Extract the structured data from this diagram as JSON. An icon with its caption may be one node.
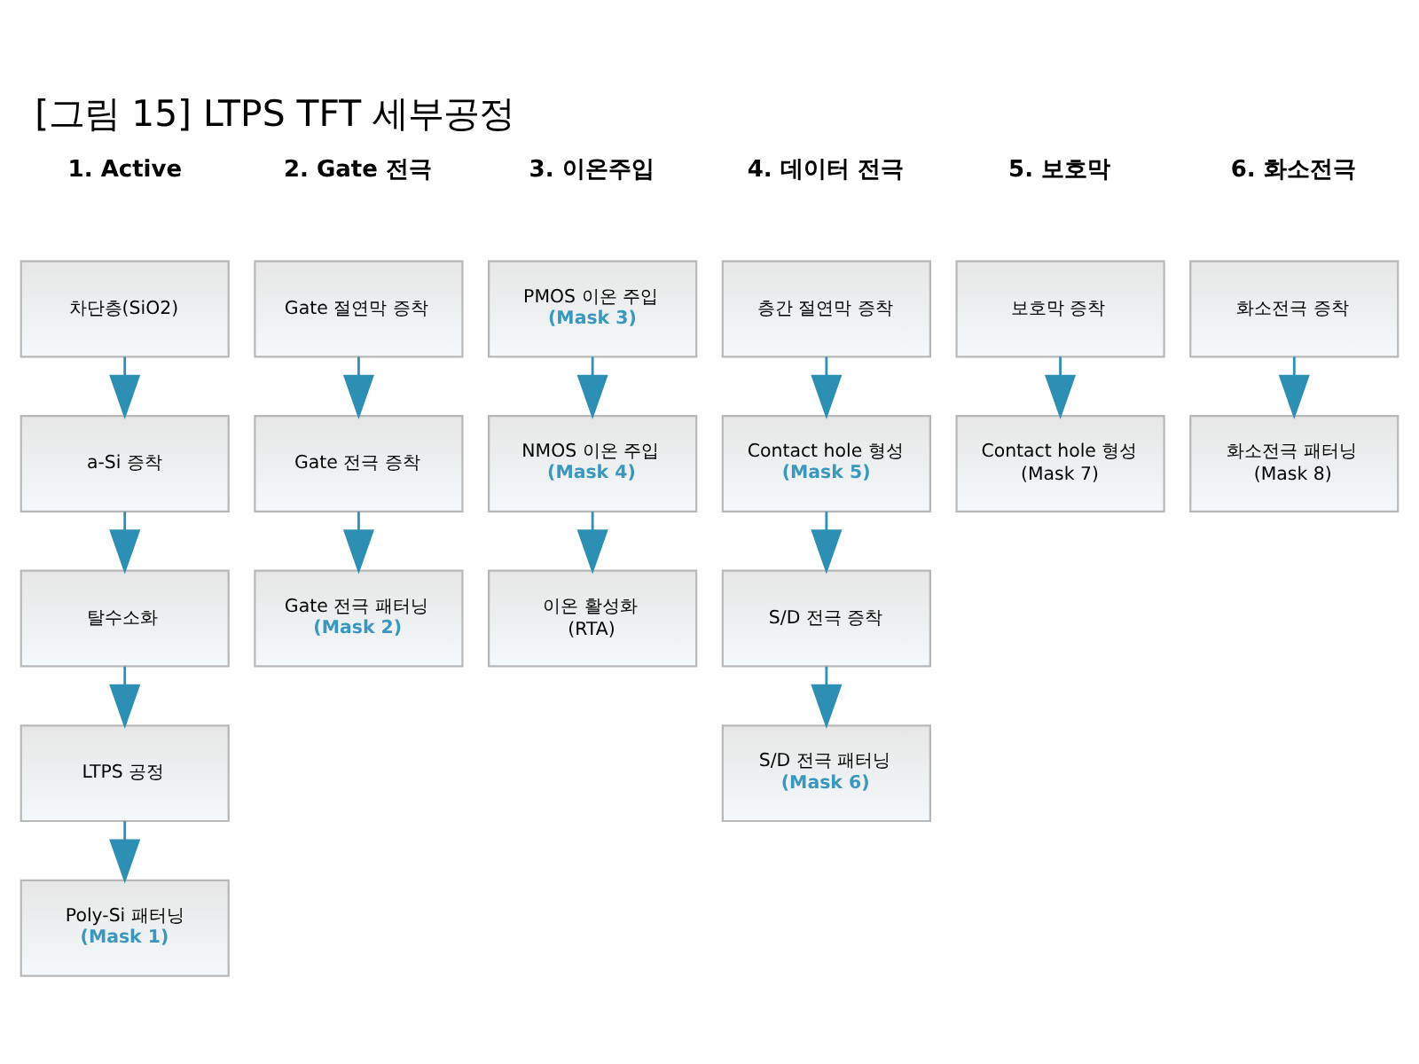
{
  "diagram": {
    "title": "[그림 15] LTPS TFT 세부공정",
    "nodes": [
      {
        "text": [
          "차단층(SiO2)"
        ]
      },
      {
        "text": [
          "a-Si 증착"
        ]
      },
      {
        "text": [
          "탈수소화"
        ]
      },
      {
        "text": [
          "LTPS 공정"
        ]
      },
      {
        "text": [
          "Poly-Si 패터닝",
          "(Mask 1)"
        ]
      },
      {
        "text": [
          "Gate 절연막 증착"
        ]
      },
      {
        "text": [
          "Gate 전극 증착"
        ]
      },
      {
        "text": [
          "Gate 전극 패터닝",
          "(Mask 2)"
        ]
      },
      {
        "text": [
          "PMOS 이온 주입",
          "(Mask 3)"
        ]
      },
      {
        "text": [
          "NMOS 이온 주입",
          "(Mask 4)"
        ]
      },
      {
        "text": [
          "이온 활성화",
          "(RTA)"
        ]
      },
      {
        "text": [
          "층간 절연막 증착"
        ]
      },
      {
        "text": [
          "Contact hole 형성",
          "(Mask 5)"
        ]
      },
      {
        "text": [
          "S/D 전극 증착"
        ]
      },
      {
        "text": [
          "S/D 전극 패터닝",
          "(Mask 6)"
        ]
      },
      {
        "text": [
          "보호막 증착"
        ]
      },
      {
        "text": [
          "Contact hole 형성",
          "(Mask 7)"
        ]
      },
      {
        "text": [
          "화소전극 증착"
        ]
      },
      {
        "text": [
          "화소전극 패터닝",
          "(Mask 8)"
        ]
      }
    ],
    "edges": [
      {
        "from": 0,
        "to": 1,
        "arrow": "to"
      },
      {
        "from": 1,
        "to": 2,
        "arrow": "to"
      },
      {
        "from": 2,
        "to": 3,
        "arrow": "to"
      },
      {
        "from": 3,
        "to": 4,
        "arrow": "to"
      },
      {
        "from": 5,
        "to": 6,
        "arrow": "to"
      },
      {
        "from": 6,
        "to": 7,
        "arrow": "to"
      },
      {
        "from": 8,
        "to": 9,
        "arrow": "to"
      },
      {
        "from": 9,
        "to": 10,
        "arrow": "to"
      },
      {
        "from": 11,
        "to": 12,
        "arrow": "to"
      },
      {
        "from": 12,
        "to": 13,
        "arrow": "to"
      },
      {
        "from": 13,
        "to": 14,
        "arrow": "to"
      },
      {
        "from": 15,
        "to": 16,
        "arrow": "to"
      },
      {
        "from": 17,
        "to": 18,
        "arrow": "to"
      }
    ],
    "labels": [
      "1. Active",
      "2. Gate 전극",
      "3. 이온주입",
      "4. 데이터 전극",
      "5. 보호막",
      "6. 화소전극"
    ]
  }
}
